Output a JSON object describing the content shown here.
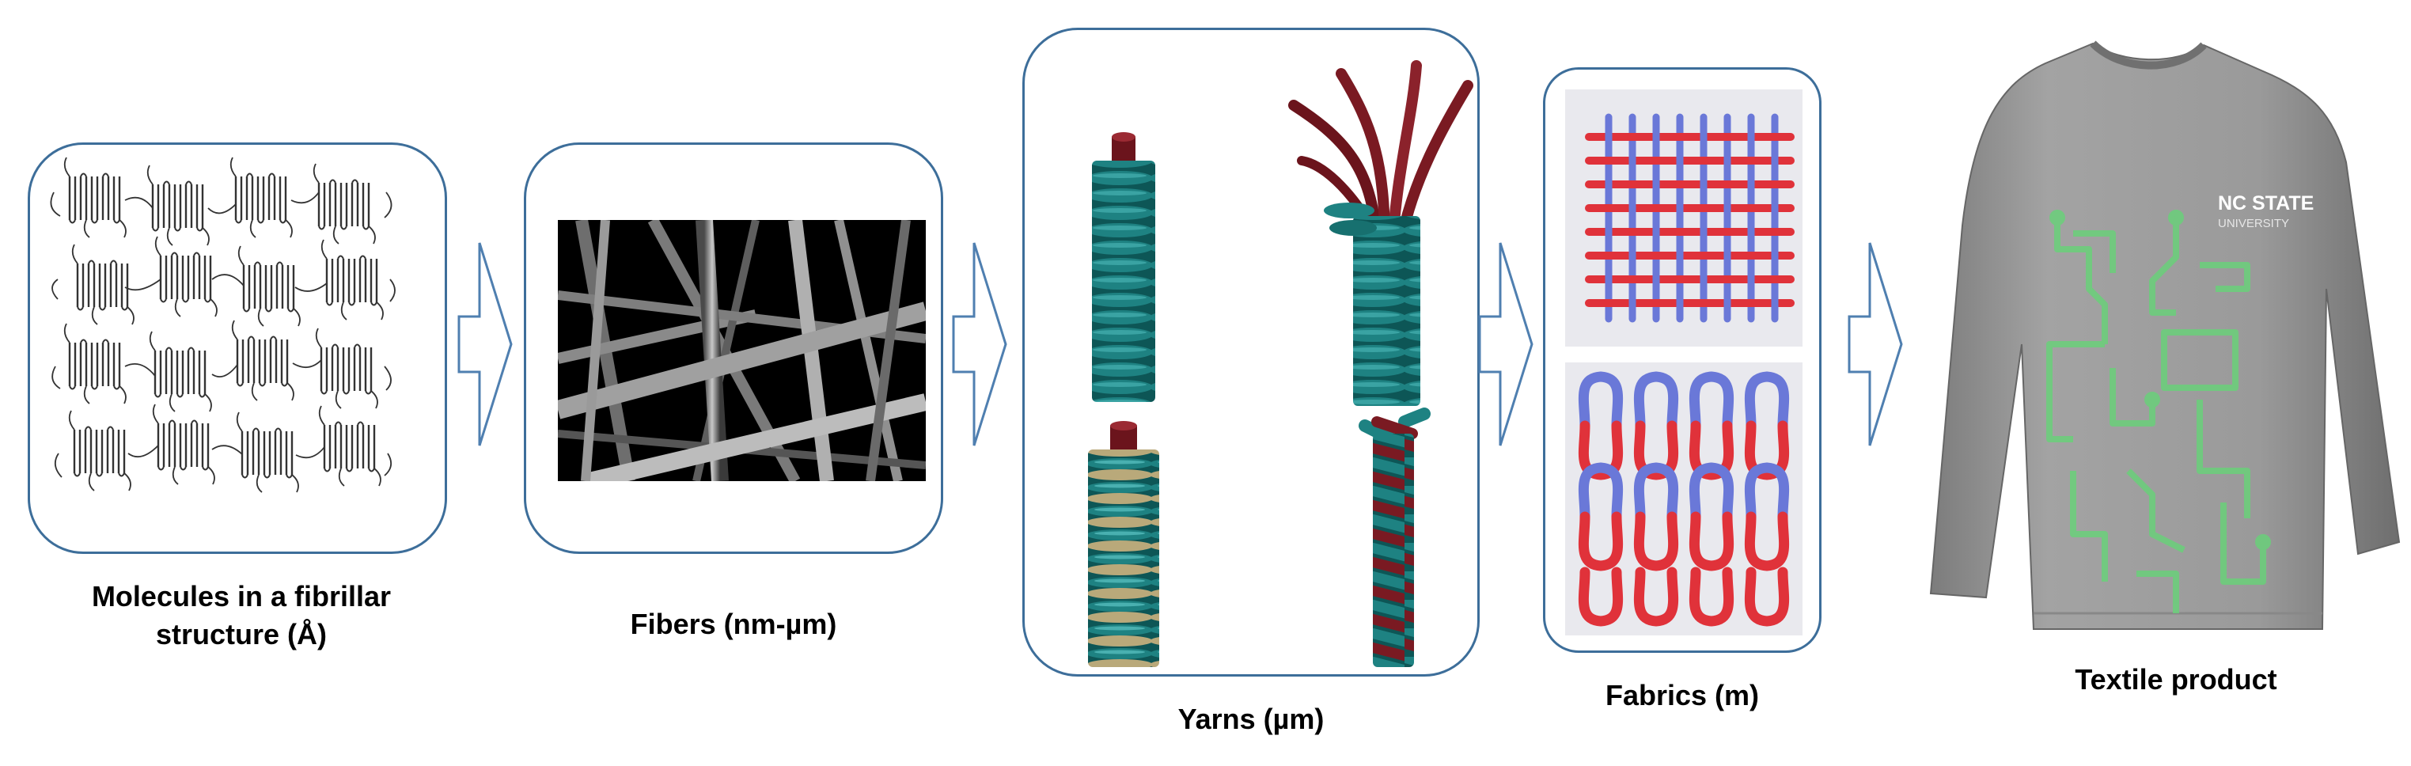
{
  "stages": [
    {
      "label_line1": "Molecules in a fibrillar",
      "label_line2": "structure (Å)"
    },
    {
      "label": "Fibers (nm-µm)"
    },
    {
      "label": "Yarns (µm)"
    },
    {
      "label": "Fabrics (m)"
    },
    {
      "label": "Textile product"
    }
  ],
  "shirt": {
    "logo_line1": "NC STATE",
    "logo_line2": "UNIVERSITY"
  },
  "colors": {
    "panel_border": "#3d6e9a",
    "arrow_stroke": "#4f7fb0",
    "yarn_teal": "#1d7a7a",
    "yarn_core": "#7a1a22",
    "yarn_beige": "#b9a97a",
    "weave_red": "#e0323a",
    "weave_blue": "#6a78d8",
    "shirt_gray": "#9c9c9c",
    "circuit_green": "#6ad07a"
  }
}
